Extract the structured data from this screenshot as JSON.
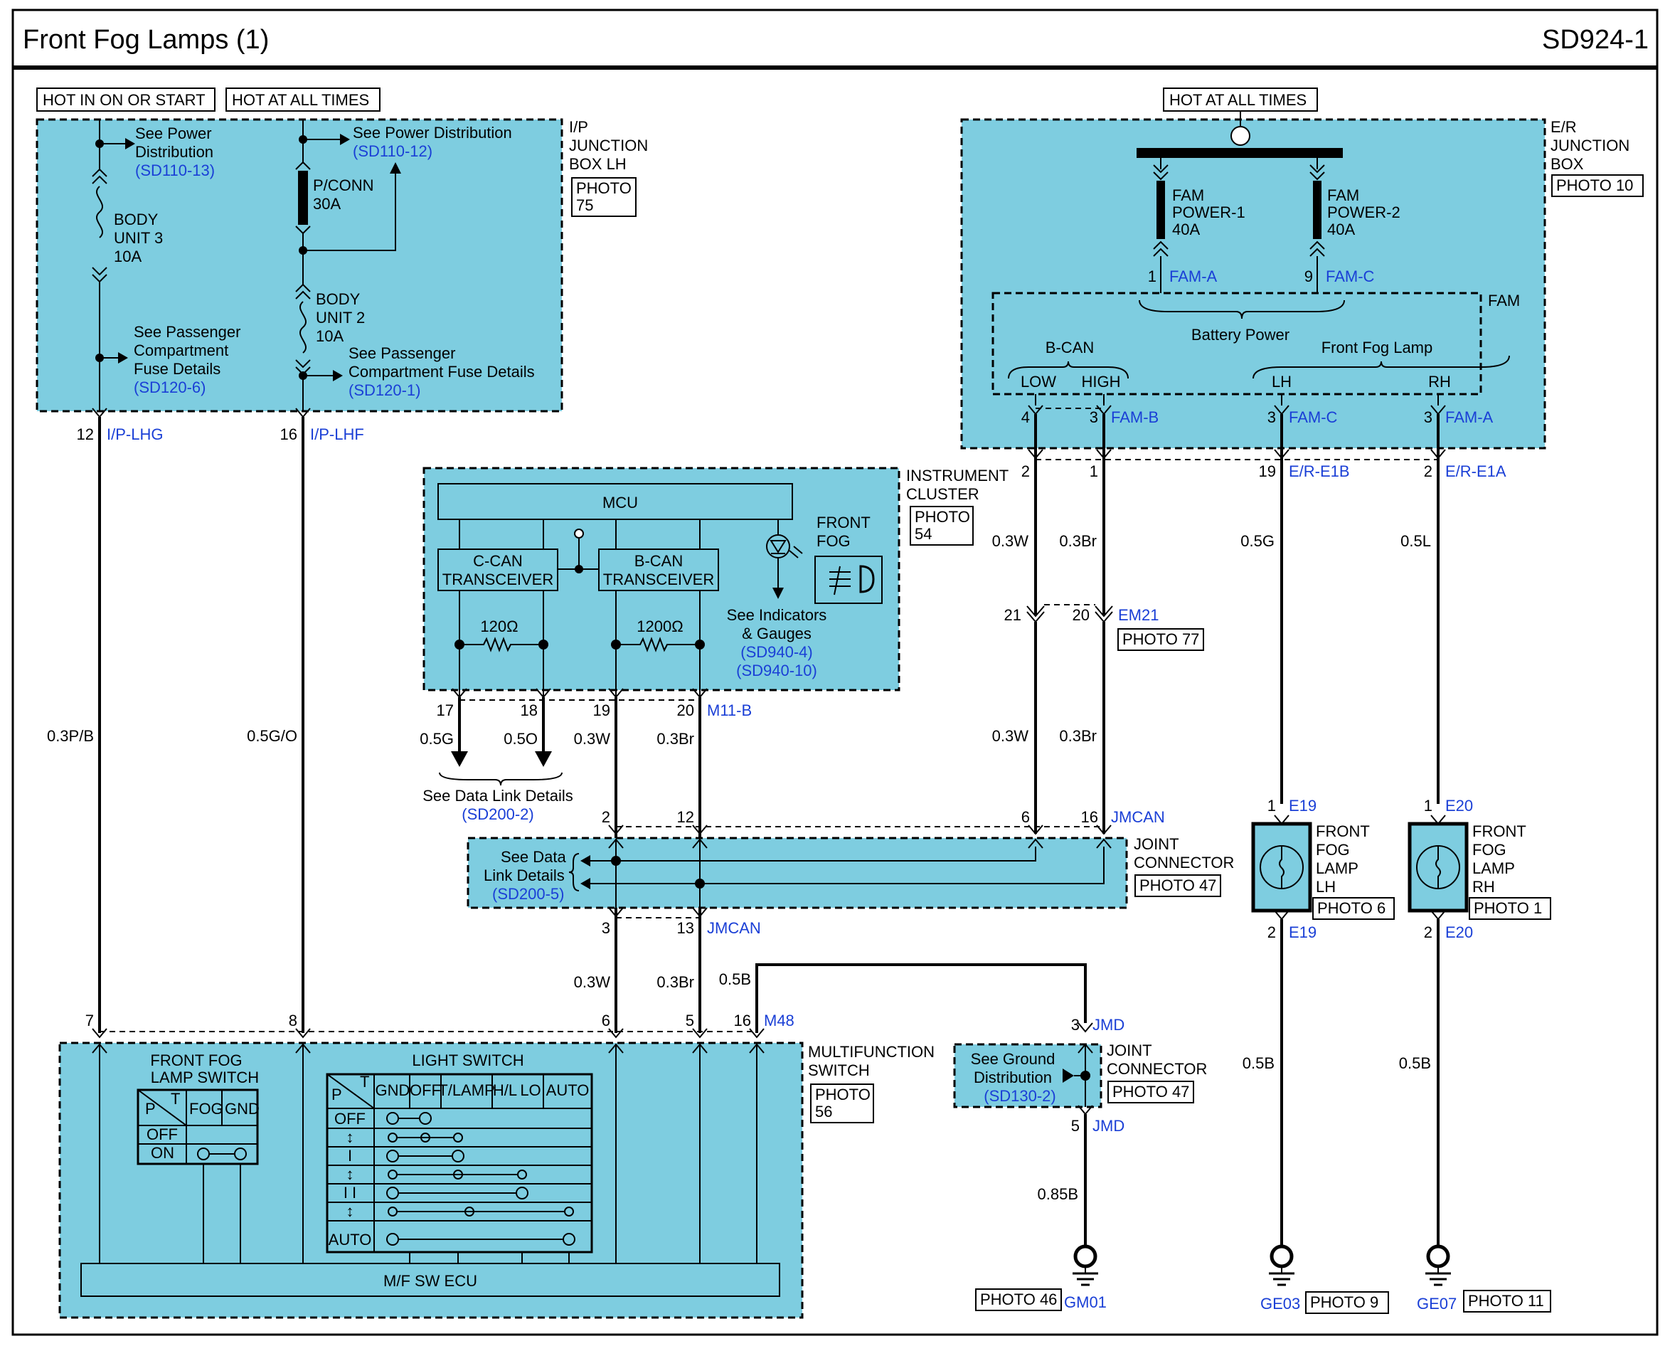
{
  "header": {
    "title": "Front Fog Lamps (1)",
    "code": "SD924-1"
  },
  "tags": {
    "hot_on_start": "HOT IN ON OR START",
    "hot_all_left": "HOT AT ALL TIMES",
    "hot_all_right": "HOT AT ALL TIMES"
  },
  "ip_box": {
    "name": [
      "I/P",
      "JUNCTION",
      "BOX LH"
    ],
    "photo": [
      "PHOTO",
      "75"
    ],
    "see_power_1": [
      "See Power",
      "Distribution",
      "(SD110-13)"
    ],
    "see_power_2": [
      "See Power Distribution",
      "(SD110-12)"
    ],
    "body3": [
      "BODY",
      "UNIT 3",
      "10A"
    ],
    "pconn": [
      "P/CONN",
      "30A"
    ],
    "body2": [
      "BODY",
      "UNIT 2",
      "10A"
    ],
    "see_pass_1": [
      "See Passenger",
      "Compartment",
      "Fuse Details",
      "(SD120-6)"
    ],
    "see_pass_2": [
      "See Passenger",
      "Compartment Fuse Details",
      "(SD120-1)"
    ],
    "pin_lhg": "12",
    "conn_lhg": "I/P-LHG",
    "pin_lhf": "16",
    "conn_lhf": "I/P-LHF"
  },
  "er_box": {
    "name": [
      "E/R",
      "JUNCTION",
      "BOX"
    ],
    "photo": "PHOTO 10",
    "fam_power_1": [
      "FAM",
      "POWER-1",
      "40A"
    ],
    "fam_power_2": [
      "FAM",
      "POWER-2",
      "40A"
    ],
    "pin_fama": "1",
    "conn_fama": "FAM-A",
    "pin_famc": "9",
    "conn_famc": "FAM-C",
    "fam": "FAM",
    "battery_power": "Battery Power",
    "bcan": "B-CAN",
    "front_fog_lamp": "Front Fog Lamp",
    "low": "LOW",
    "high": "HIGH",
    "lh": "LH",
    "rh": "RH",
    "pin4": "4",
    "pin3b": "3",
    "conn_famb": "FAM-B",
    "pin3c": "3",
    "conn_famc2": "FAM-C",
    "pin3a": "3",
    "conn_fama2": "FAM-A"
  },
  "cluster": {
    "name": [
      "INSTRUMENT",
      "CLUSTER"
    ],
    "photo": [
      "PHOTO",
      "54"
    ],
    "mcu": "MCU",
    "ccan": [
      "C-CAN",
      "TRANSCEIVER"
    ],
    "bcan": [
      "B-CAN",
      "TRANSCEIVER"
    ],
    "front_fog": [
      "FRONT",
      "FOG"
    ],
    "r1": "120Ω",
    "r2": "1200Ω",
    "see_ind": [
      "See Indicators",
      "& Gauges",
      "(SD940-4)",
      "(SD940-10)"
    ],
    "pins": [
      "17",
      "18",
      "19",
      "20"
    ],
    "conn": "M11-B"
  },
  "wires": {
    "w_lhg": "0.3P/B",
    "w_lhf": "0.5G/O",
    "w_17": "0.5G",
    "w_18": "0.5O",
    "w_19": "0.3W",
    "w_20": "0.3Br",
    "w_er2a": "0.3W",
    "w_er1a": "0.3Br",
    "w_er2b": "0.3W",
    "w_er1b": "0.3Br",
    "w_fogl": "0.5G",
    "w_fogr": "0.5L",
    "w_j3": "0.3W",
    "w_j13": "0.3Br",
    "w_m16": "0.5B",
    "w_gndl": "0.5B",
    "w_gndr": "0.5B",
    "w_jmd": "0.85B"
  },
  "er_pins": {
    "p2": "2",
    "p1": "1",
    "p19": "19",
    "conn_e1b": "E/R-E1B",
    "p2r": "2",
    "conn_e1a": "E/R-E1A"
  },
  "em21": {
    "p21": "21",
    "p20": "20",
    "conn": "EM21",
    "photo": "PHOTO 77"
  },
  "datalink": {
    "text": [
      "See Data Link Details",
      "(SD200-2)"
    ]
  },
  "joint": {
    "pins_top": [
      "2",
      "12",
      "6",
      "16"
    ],
    "conn_top": "JMCAN",
    "name": [
      "JOINT",
      "CONNECTOR"
    ],
    "photo": "PHOTO 47",
    "see_data": [
      "See Data",
      "Link Details",
      "(SD200-5)"
    ],
    "pins_bot": [
      "3",
      "13"
    ],
    "conn_bot": "JMCAN"
  },
  "fog_lh": {
    "pin1": "1",
    "conn1": "E19",
    "name": [
      "FRONT",
      "FOG",
      "LAMP",
      "LH"
    ],
    "photo": "PHOTO 6",
    "pin2": "2",
    "conn2": "E19"
  },
  "fog_rh": {
    "pin1": "1",
    "conn1": "E20",
    "name": [
      "FRONT",
      "FOG",
      "LAMP",
      "RH"
    ],
    "photo": "PHOTO 1",
    "pin2": "2",
    "conn2": "E20"
  },
  "mf": {
    "pins": [
      "7",
      "8",
      "6",
      "5",
      "16"
    ],
    "conn": "M48",
    "name": [
      "MULTIFUNCTION",
      "SWITCH"
    ],
    "photo": [
      "PHOTO",
      "56"
    ],
    "fog_switch_title": [
      "FRONT FOG",
      "LAMP SWITCH"
    ],
    "fog_cols": [
      "FOG",
      "GND"
    ],
    "fog_rows": [
      "OFF",
      "ON"
    ],
    "light_title": "LIGHT SWITCH",
    "light_cols": [
      "GND",
      "OFF",
      "T/LAMP",
      "H/L",
      "LO",
      "AUTO"
    ],
    "light_rows": [
      "OFF",
      "↕",
      "I",
      "↕",
      "I I",
      "↕",
      "AUTO"
    ],
    "p": "P",
    "t": "T",
    "ecu": "M/F SW ECU"
  },
  "jmd": {
    "pin3": "3",
    "conn3": "JMD",
    "name": [
      "JOINT",
      "CONNECTOR"
    ],
    "photo": "PHOTO 47",
    "see_ground": [
      "See Ground",
      "Distribution",
      "(SD130-2)"
    ],
    "pin5": "5",
    "conn5": "JMD"
  },
  "grounds": {
    "gm01": "GM01",
    "gm01_photo": "PHOTO 46",
    "ge03": "GE03",
    "ge03_photo": "PHOTO 9",
    "ge07": "GE07",
    "ge07_photo": "PHOTO 11"
  }
}
